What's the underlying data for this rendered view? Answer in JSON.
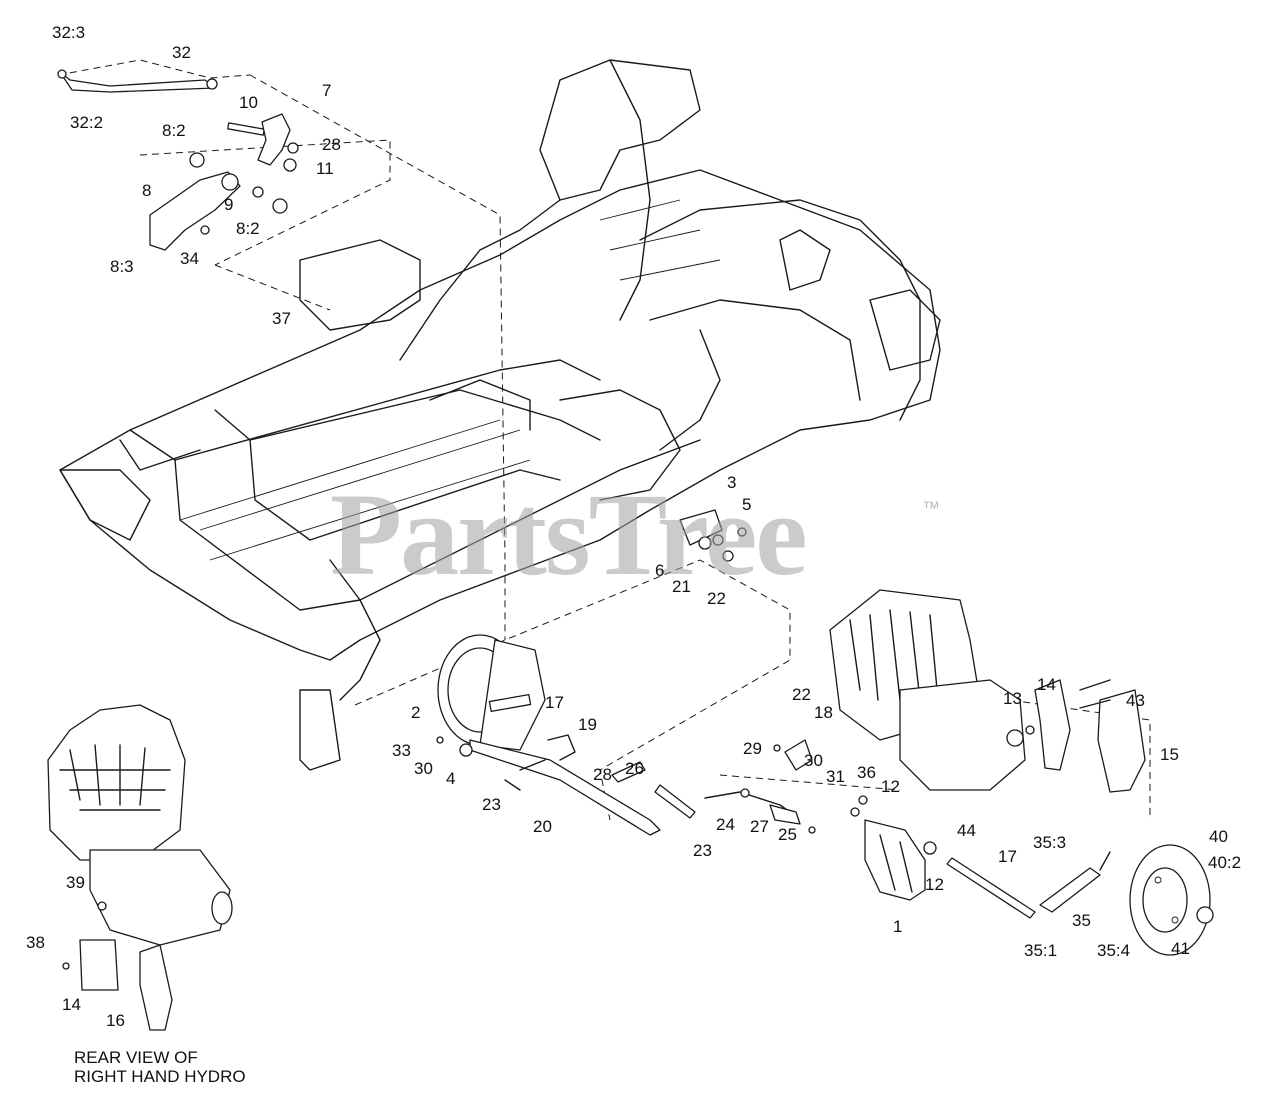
{
  "watermark": {
    "text": "PartsTree",
    "mark": "™"
  },
  "caption": {
    "line1": "REAR VIEW OF",
    "line2": "RIGHT HAND HYDRO"
  },
  "callouts": [
    "32:3",
    "32",
    "32:2",
    "10",
    "7",
    "8:2",
    "28",
    "11",
    "8",
    "9",
    "8:2",
    "8:3",
    "34",
    "37",
    "3",
    "5",
    "6",
    "21",
    "22",
    "2",
    "17",
    "19",
    "33",
    "30",
    "4",
    "23",
    "20",
    "28",
    "26",
    "23",
    "22",
    "18",
    "29",
    "30",
    "31",
    "27",
    "25",
    "24",
    "36",
    "12",
    "13",
    "14",
    "43",
    "15",
    "44",
    "12",
    "17",
    "1",
    "35:3",
    "35",
    "35:1",
    "35:4",
    "40",
    "40:2",
    "41",
    "39",
    "38",
    "14",
    "16"
  ]
}
